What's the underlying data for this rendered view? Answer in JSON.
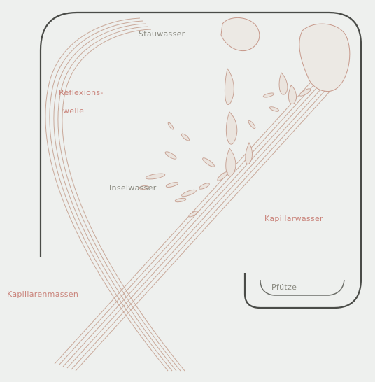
{
  "labels": {
    "stauwasser": "Stauwasser",
    "reflexionswelle_1": "Reflexions-",
    "reflexionswelle_2": "welle",
    "inselwasser": "Inselwasser",
    "kapillarwasser": "Kapillarwasser",
    "kapillarenmassen": "Kapillarenmassen",
    "pfuetze": "Pfütze"
  },
  "colors": {
    "background": "#eef0ee",
    "frame": "#4a4c48",
    "bands": "#c9a99a",
    "labels": "#c9837a"
  }
}
